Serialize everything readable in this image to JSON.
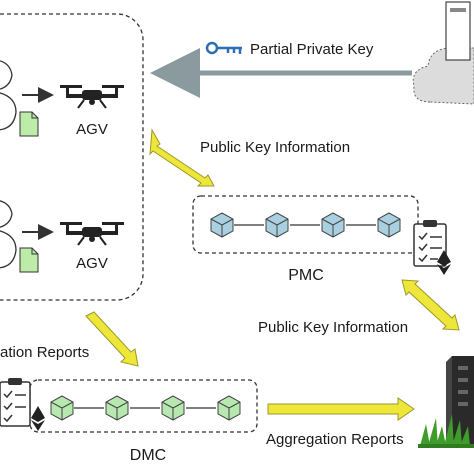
{
  "labels": {
    "partial_private_key": "Partial Private Key",
    "public_key_info_top": "Public Key Information",
    "public_key_info_bottom": "Public Key Information",
    "agv_top": "AGV",
    "agv_bottom": "AGV",
    "pmc": "PMC",
    "dmc": "DMC",
    "aggregation_reports_left": "ation Reports",
    "aggregation_reports_bottom": "Aggregation Reports"
  },
  "colors": {
    "green_arrow": "#8aa0a8",
    "yellow_arrow": "#efe63a",
    "yellow_arrow_stroke": "#9a9a2a",
    "block_pmc": "#a9cfe0",
    "block_dmc": "#b6e8b0",
    "doc_green": "#bdeba8",
    "key_blue": "#2e6fb3",
    "cloud": "#dcdcdc"
  },
  "icons": [
    "key-icon",
    "drone-icon",
    "document-icon",
    "checklist-icon",
    "ethereum-icon",
    "server-icon",
    "cloud-icon",
    "grass-icon",
    "blockchain-block-icon"
  ]
}
